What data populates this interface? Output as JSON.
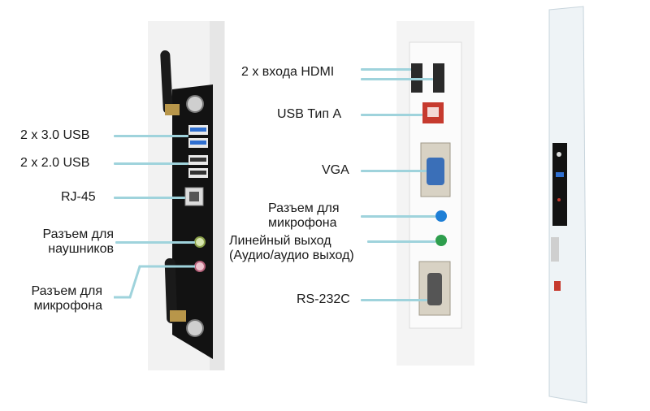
{
  "left_panel": {
    "labels": [
      {
        "id": "usb3",
        "text": "2 x 3.0 USB"
      },
      {
        "id": "usb2",
        "text": "2 x 2.0 USB"
      },
      {
        "id": "rj45",
        "text": "RJ-45"
      },
      {
        "id": "headphones",
        "text": "Разъем для\nнаушников"
      },
      {
        "id": "mic",
        "text": "Разъем для\nмикрофона"
      }
    ]
  },
  "middle_panel": {
    "labels": [
      {
        "id": "hdmi",
        "text": "2 x входа HDMI"
      },
      {
        "id": "usb_a",
        "text": "USB Тип A"
      },
      {
        "id": "vga",
        "text": "VGA"
      },
      {
        "id": "mic",
        "text": "Разъем для\nмикрофона"
      },
      {
        "id": "line_out",
        "text": "Линейный выход\n(Аудио/аудио выход)"
      },
      {
        "id": "rs232",
        "text": "RS-232C"
      }
    ]
  },
  "colors": {
    "leader": "#9fd3dc",
    "panel_black": "#111111",
    "usb3_blue": "#2f6fd0",
    "mic_blue": "#1e7fd6",
    "line_green": "#2e9e4d",
    "usb_red": "#c63a2e"
  }
}
